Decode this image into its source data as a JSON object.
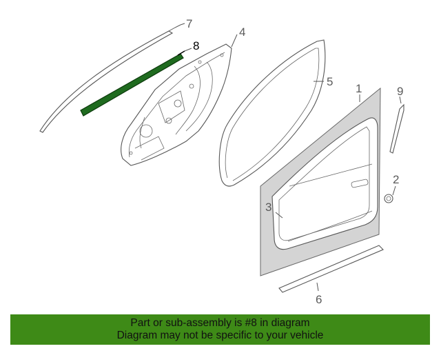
{
  "callouts": {
    "n1": "1",
    "n2": "2",
    "n3": "3",
    "n4": "4",
    "n5": "5",
    "n6": "6",
    "n7": "7",
    "n8": "8",
    "n9": "9"
  },
  "highlighted_part": "8",
  "banner": {
    "line1": "Part or sub-assembly is #8 in diagram",
    "line2": "Diagram may not be specific to your vehicle",
    "color": "#3e8a17"
  },
  "colors": {
    "highlight_part": "#1f6b1f",
    "panel": "#d4d4d4"
  }
}
